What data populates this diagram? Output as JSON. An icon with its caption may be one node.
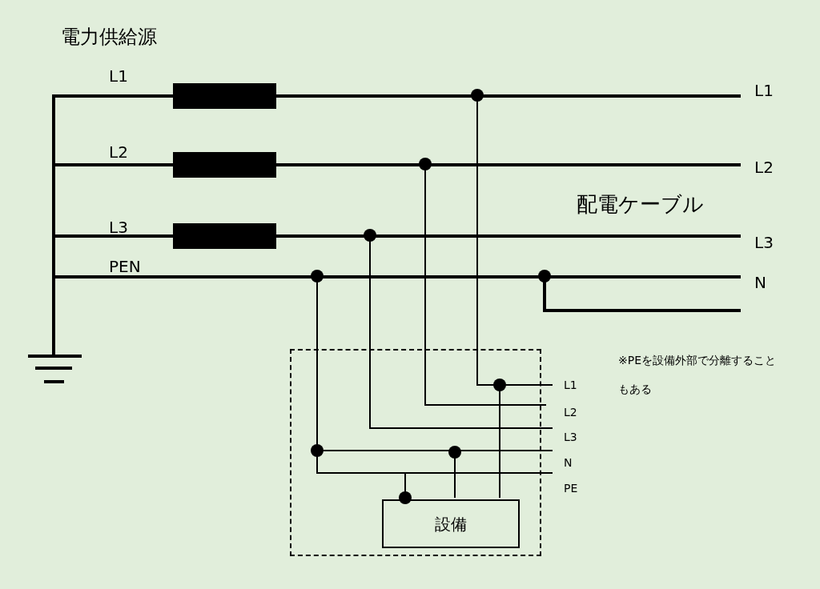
{
  "diagram": {
    "title": "電力供給源",
    "nodes": [
      {
        "text": [],
        "shape": "box"
      },
      {
        "text": [
          "設備"
        ],
        "in": 0
      }
    ],
    "edges": [],
    "labels": [
      "L1",
      "L2",
      "L3",
      "PEN",
      "L1",
      "L2",
      "配電ケーブル",
      "L3",
      "N",
      "※PEを設備外部で分離することもある",
      "L1",
      "L2",
      "L3",
      "N",
      "PE"
    ]
  }
}
